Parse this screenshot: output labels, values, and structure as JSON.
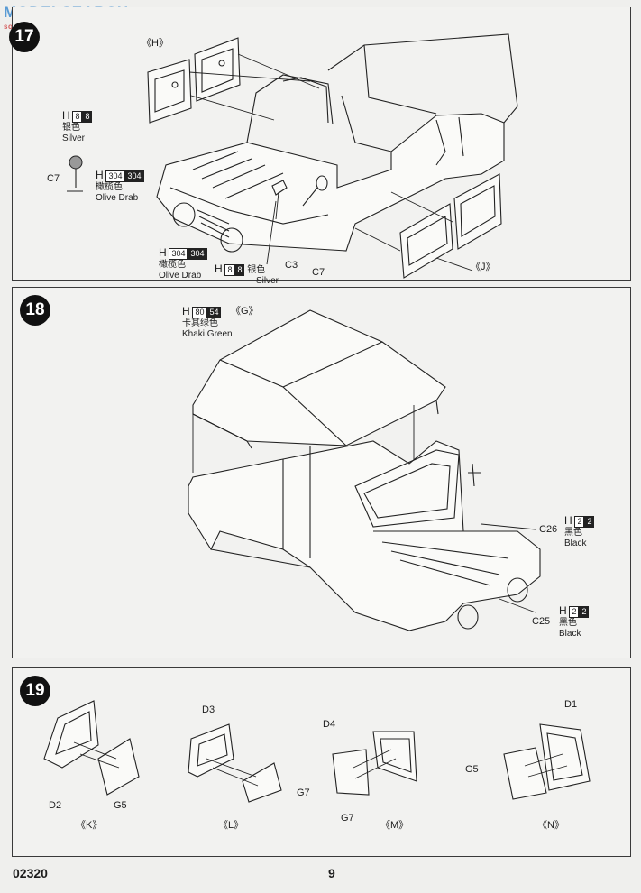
{
  "watermark": {
    "brand": "MODELSEARCH",
    "sub": "sooo.com"
  },
  "steps": [
    {
      "number": "17"
    },
    {
      "number": "18"
    },
    {
      "number": "19"
    }
  ],
  "step17": {
    "label_H": "《H》",
    "label_J": "《J》",
    "parts": {
      "c7_left": "C7",
      "c3": "C3",
      "c7": "C7"
    },
    "paint_silver_top": {
      "h": "H",
      "code1": "8",
      "code2": "8",
      "cn": "银色",
      "en": "Silver"
    },
    "paint_olive_top": {
      "h": "H",
      "code1": "304",
      "code2": "304",
      "cn": "橄榄色",
      "en": "Olive Drab"
    },
    "paint_olive_bottom": {
      "h": "H",
      "code1": "304",
      "code2": "304",
      "cn": "橄榄色",
      "en": "Olive Drab"
    },
    "paint_silver_bottom": {
      "h": "H",
      "code1": "8",
      "code2": "8",
      "cn": "银色",
      "en": "Silver"
    }
  },
  "step18": {
    "label_G": "《G》",
    "paint_khaki": {
      "h": "H",
      "code1": "80",
      "code2": "54",
      "cn": "卡其绿色",
      "en": "Khaki Green"
    },
    "parts": {
      "c26": "C26",
      "c25": "C25"
    },
    "paint_black_1": {
      "h": "H",
      "code1": "2",
      "code2": "2",
      "cn": "黑色",
      "en": "Black"
    },
    "paint_black_2": {
      "h": "H",
      "code1": "2",
      "code2": "2",
      "cn": "黑色",
      "en": "Black"
    }
  },
  "step19": {
    "groups": [
      {
        "label": "《K》",
        "parts": [
          "D2",
          "G5"
        ]
      },
      {
        "label": "《L》",
        "parts": [
          "D3",
          "G7"
        ]
      },
      {
        "label": "《M》",
        "parts": [
          "D4",
          "G7"
        ]
      },
      {
        "label": "《N》",
        "parts": [
          "D1",
          "G5"
        ]
      }
    ]
  },
  "footer": {
    "code": "02320",
    "page": "9"
  }
}
